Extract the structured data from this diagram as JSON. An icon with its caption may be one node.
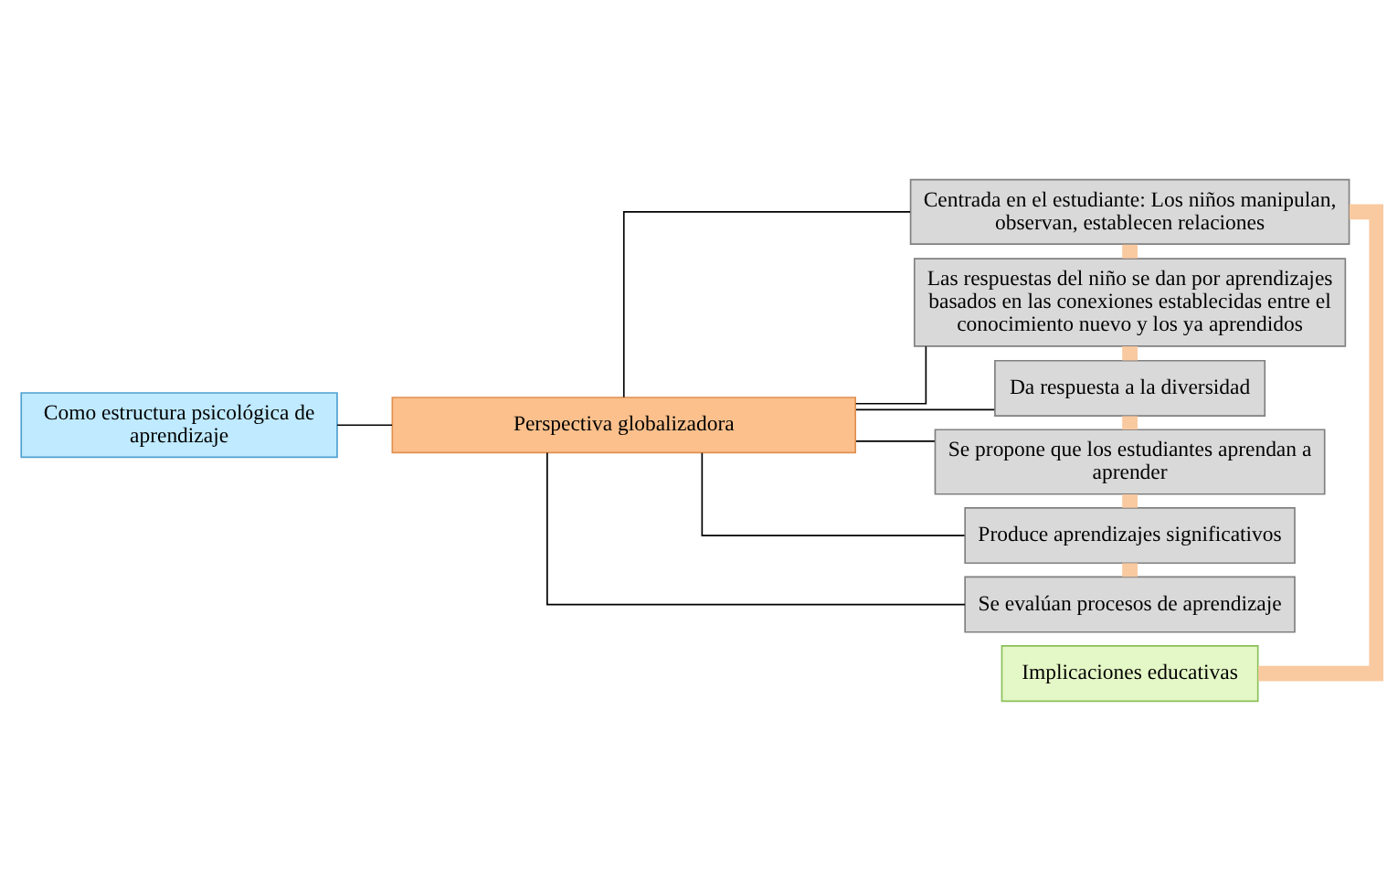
{
  "diagram": {
    "nodes": [
      {
        "text": [
          "Como estructura psicológica de aprendizaje"
        ]
      },
      {
        "text": [
          "Implicaciones educativas"
        ]
      },
      {
        "text": [
          "Perspectiva globalizadora"
        ]
      },
      {
        "text": [
          "Centrada en el estudiante: Los niños manipulan, observan, establecen relaciones"
        ]
      },
      {
        "text": [
          "Las respuestas del niño se dan por aprendizajes basados en las conexiones establecidas entre el conocimiento nuevo y los ya aprendidos"
        ]
      },
      {
        "text": [
          "Da respuesta a la diversidad"
        ]
      },
      {
        "text": [
          "Se propone que los estudiantes aprendan a aprender"
        ]
      },
      {
        "text": [
          "Produce aprendizajes significativos"
        ]
      },
      {
        "text": [
          "Se evalúan procesos de aprendizaje"
        ]
      }
    ],
    "edges": [
      {
        "from": 0,
        "to": 2,
        "arrow": "none"
      },
      {
        "from": 2,
        "to": 3,
        "arrow": "none"
      },
      {
        "from": 2,
        "to": 4,
        "arrow": "none"
      },
      {
        "from": 2,
        "to": 5,
        "arrow": "none"
      },
      {
        "from": 2,
        "to": 6,
        "arrow": "none"
      },
      {
        "from": 2,
        "to": 7,
        "arrow": "none"
      },
      {
        "from": 2,
        "to": 8,
        "arrow": "none"
      },
      {
        "from": 1,
        "to": 3,
        "arrow": "none",
        "style": "thick",
        "color": "#f9c9a0"
      },
      {
        "from": 3,
        "to": 4,
        "arrow": "none",
        "style": "thick",
        "color": "#f9c9a0"
      },
      {
        "from": 4,
        "to": 5,
        "arrow": "none",
        "style": "thick",
        "color": "#f9c9a0"
      },
      {
        "from": 5,
        "to": 6,
        "arrow": "none",
        "style": "thick",
        "color": "#f9c9a0"
      },
      {
        "from": 6,
        "to": 7,
        "arrow": "none",
        "style": "thick",
        "color": "#f9c9a0"
      },
      {
        "from": 7,
        "to": 8,
        "arrow": "none",
        "style": "thick",
        "color": "#f9c9a0"
      }
    ]
  }
}
